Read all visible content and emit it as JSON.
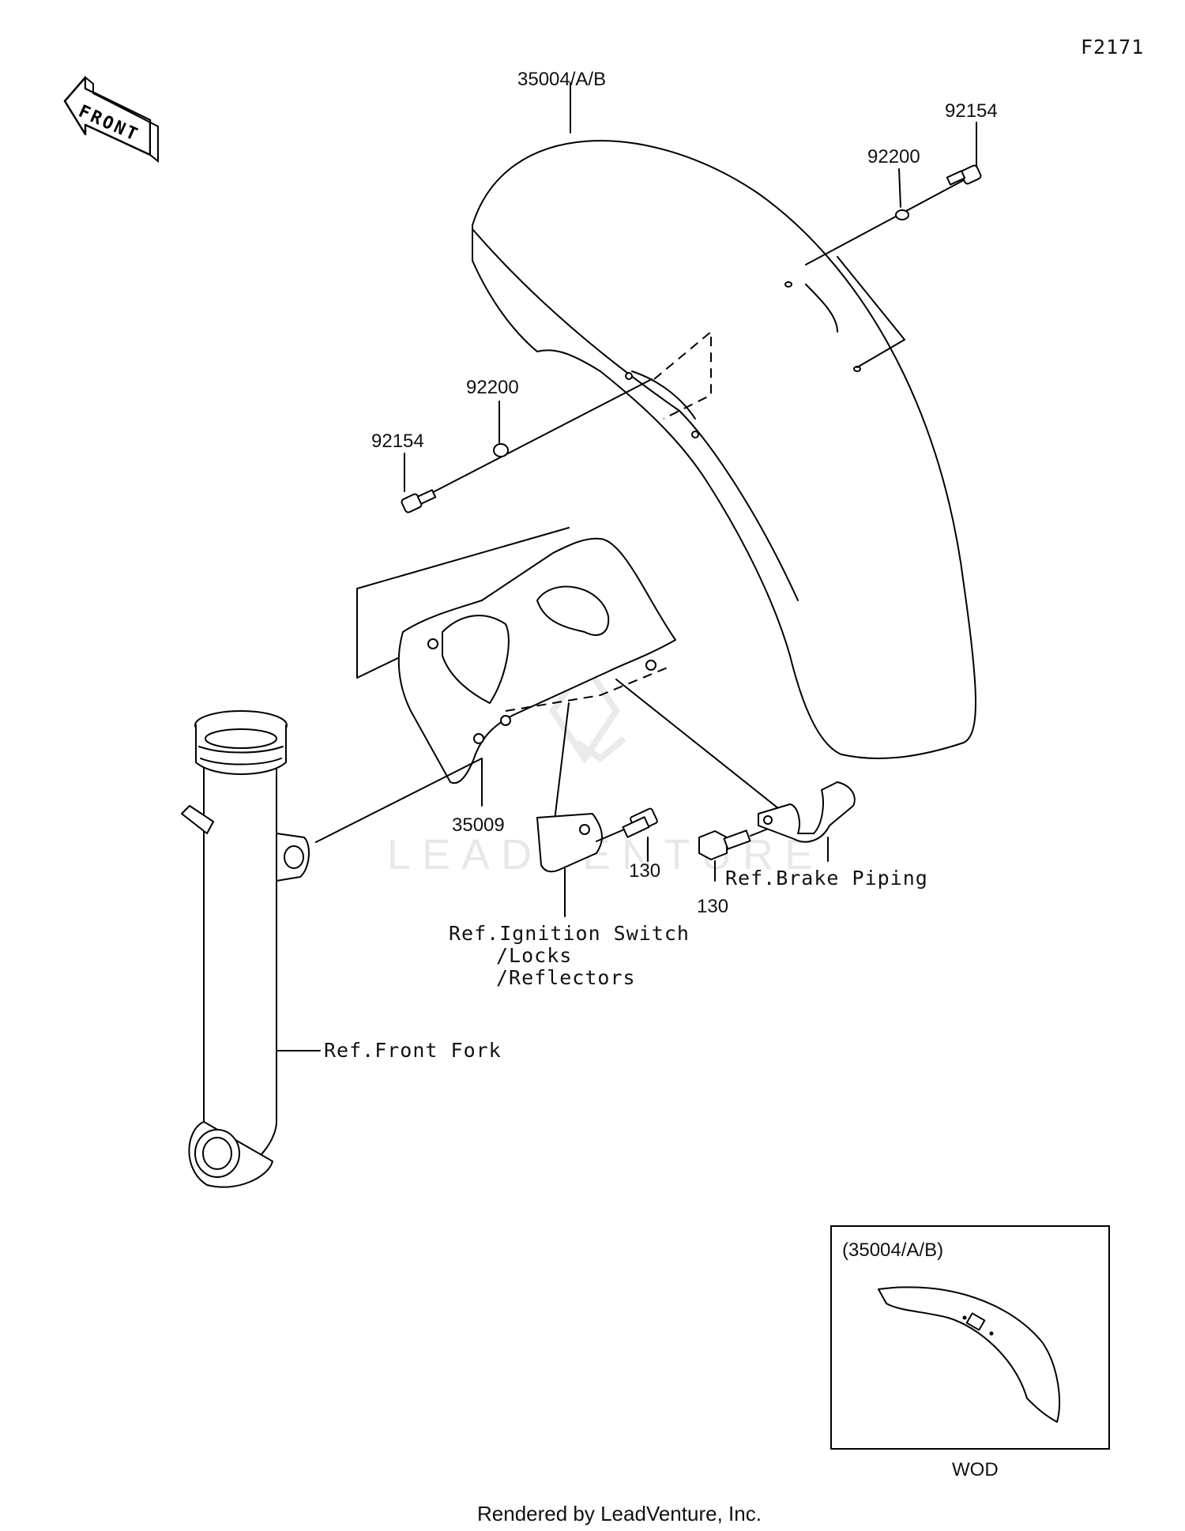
{
  "figure_code": "F2171",
  "front_label": "FRONT",
  "watermark": "LEADVENTURE",
  "parts": {
    "fender": "35004/A/B",
    "washer_upper": "92200",
    "bolt_upper": "92154",
    "washer_lower": "92200",
    "bolt_lower": "92154",
    "bracket": "35009",
    "bolt_130_left": "130",
    "bolt_130_right": "130"
  },
  "references": {
    "ignition_line1": "Ref.Ignition Switch",
    "ignition_line2": "/Locks",
    "ignition_line3": "/Reflectors",
    "brake_piping": "Ref.Brake Piping",
    "front_fork": "Ref.Front Fork"
  },
  "inset": {
    "title": "(35004/A/B)",
    "caption": "WOD"
  },
  "footer": "Rendered by LeadVenture, Inc."
}
